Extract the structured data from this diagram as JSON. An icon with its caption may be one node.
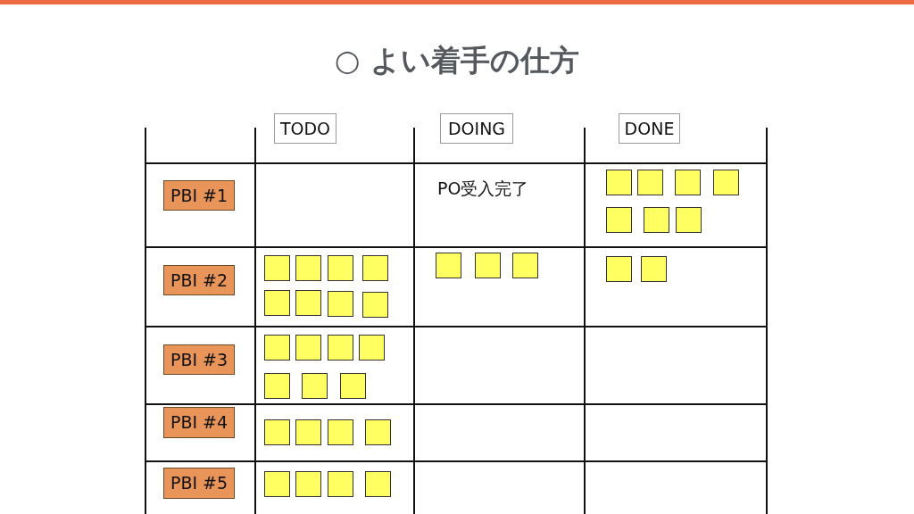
{
  "diagram": {
    "title": "○ よい着手の仕方",
    "nodes": [
      {
        "text": [
          "TODO"
        ]
      },
      {
        "text": [
          "DOING"
        ]
      },
      {
        "text": [
          "DONE"
        ]
      },
      {
        "text": [
          "PBI #1"
        ]
      },
      {
        "text": [],
        "shape": "box"
      },
      {
        "text": [],
        "shape": "box"
      },
      {
        "text": [],
        "shape": "box"
      },
      {
        "text": [],
        "shape": "box"
      },
      {
        "text": [],
        "shape": "box"
      },
      {
        "text": [],
        "shape": "box"
      },
      {
        "text": [],
        "shape": "box"
      },
      {
        "text": [
          "PBI #2"
        ]
      },
      {
        "text": [],
        "shape": "box"
      },
      {
        "text": [],
        "shape": "box"
      },
      {
        "text": [],
        "shape": "box"
      },
      {
        "text": [],
        "shape": "box"
      },
      {
        "text": [],
        "shape": "box"
      },
      {
        "text": [],
        "shape": "box"
      },
      {
        "text": [],
        "shape": "box"
      },
      {
        "text": [],
        "shape": "box"
      },
      {
        "text": [],
        "shape": "box"
      },
      {
        "text": [],
        "shape": "box"
      },
      {
        "text": [],
        "shape": "box"
      },
      {
        "text": [],
        "shape": "box"
      },
      {
        "text": [],
        "shape": "box"
      },
      {
        "text": [
          "PBI #3"
        ]
      },
      {
        "text": [],
        "shape": "box"
      },
      {
        "text": [],
        "shape": "box"
      },
      {
        "text": [],
        "shape": "box"
      },
      {
        "text": [],
        "shape": "box"
      },
      {
        "text": [],
        "shape": "box"
      },
      {
        "text": [],
        "shape": "box"
      },
      {
        "text": [],
        "shape": "box"
      },
      {
        "text": [
          "PBI #4"
        ]
      },
      {
        "text": [],
        "shape": "box"
      },
      {
        "text": [],
        "shape": "box"
      },
      {
        "text": [],
        "shape": "box"
      },
      {
        "text": [],
        "shape": "box"
      },
      {
        "text": [
          "PBI #5"
        ]
      },
      {
        "text": [],
        "shape": "box"
      },
      {
        "text": [],
        "shape": "box"
      },
      {
        "text": [],
        "shape": "box"
      },
      {
        "text": [],
        "shape": "box"
      }
    ],
    "labels": [
      "PO受入完了"
    ]
  }
}
